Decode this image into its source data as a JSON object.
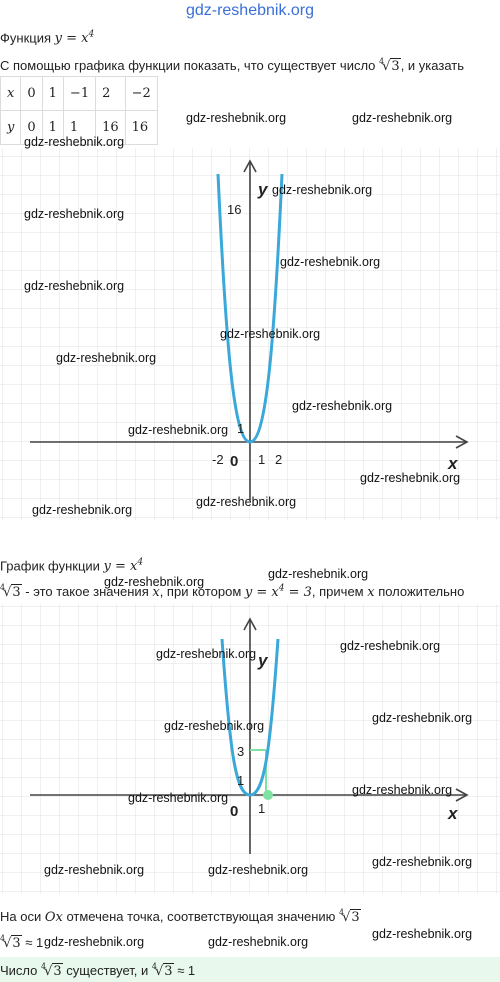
{
  "site": "gdz-reshebnik.org",
  "header": {
    "title_prefix": "Функция "
  },
  "task": {
    "text_prefix": "С помощью графика функции показать, что существует число ",
    "text_suffix": ", и указать"
  },
  "table": {
    "x_label": "x",
    "y_label": "y",
    "x_values": [
      "0",
      "1",
      "−1",
      "2",
      "−2"
    ],
    "y_values": [
      "0",
      "1",
      "1",
      "16",
      "16"
    ]
  },
  "graph1": {
    "x_axis_label": "x",
    "y_axis_label": "y",
    "x_ticks": [
      "-2",
      "1",
      "2"
    ],
    "origin_label": "0",
    "y_ticks": [
      "1",
      "16"
    ]
  },
  "section2": {
    "title_prefix": "График функции ",
    "def_part1": " - это такое значения ",
    "def_part2": ", при котором ",
    "def_part3": ", причем ",
    "def_part4": " положительно"
  },
  "graph2": {
    "x_axis_label": "x",
    "y_axis_label": "y",
    "x_tick": "1",
    "origin_label": "0",
    "y_ticks": [
      "1",
      "3"
    ],
    "highlight_color": "#7ee2a0"
  },
  "conclusion": {
    "axis_prefix": "На оси ",
    "axis_suffix": " отмечена точка, соответствующая значению ",
    "approx_text": " ≈ 1",
    "answer_prefix": "Число ",
    "answer_mid": " существует, и "
  },
  "colors": {
    "curve": "#3aa8d8",
    "axes": "#444444",
    "grid": "#e0e0e0",
    "link": "#3a6fd8",
    "answer_bg": "#e8f8ec"
  }
}
